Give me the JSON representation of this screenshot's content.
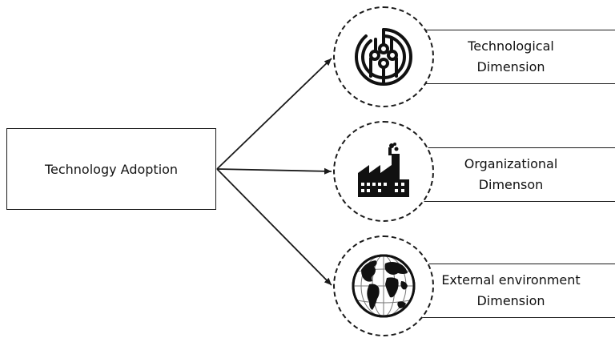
{
  "source": {
    "label": "Technology Adoption"
  },
  "dimensions": [
    {
      "line1": "Technological",
      "line2": "Dimension",
      "icon": "circuit-icon"
    },
    {
      "line1": "Organizational",
      "line2": "Dimenson",
      "icon": "factory-icon"
    },
    {
      "line1": "External environment",
      "line2": "Dimension",
      "icon": "globe-icon"
    }
  ],
  "colors": {
    "line": "#1a1a1a",
    "background": "#ffffff"
  }
}
